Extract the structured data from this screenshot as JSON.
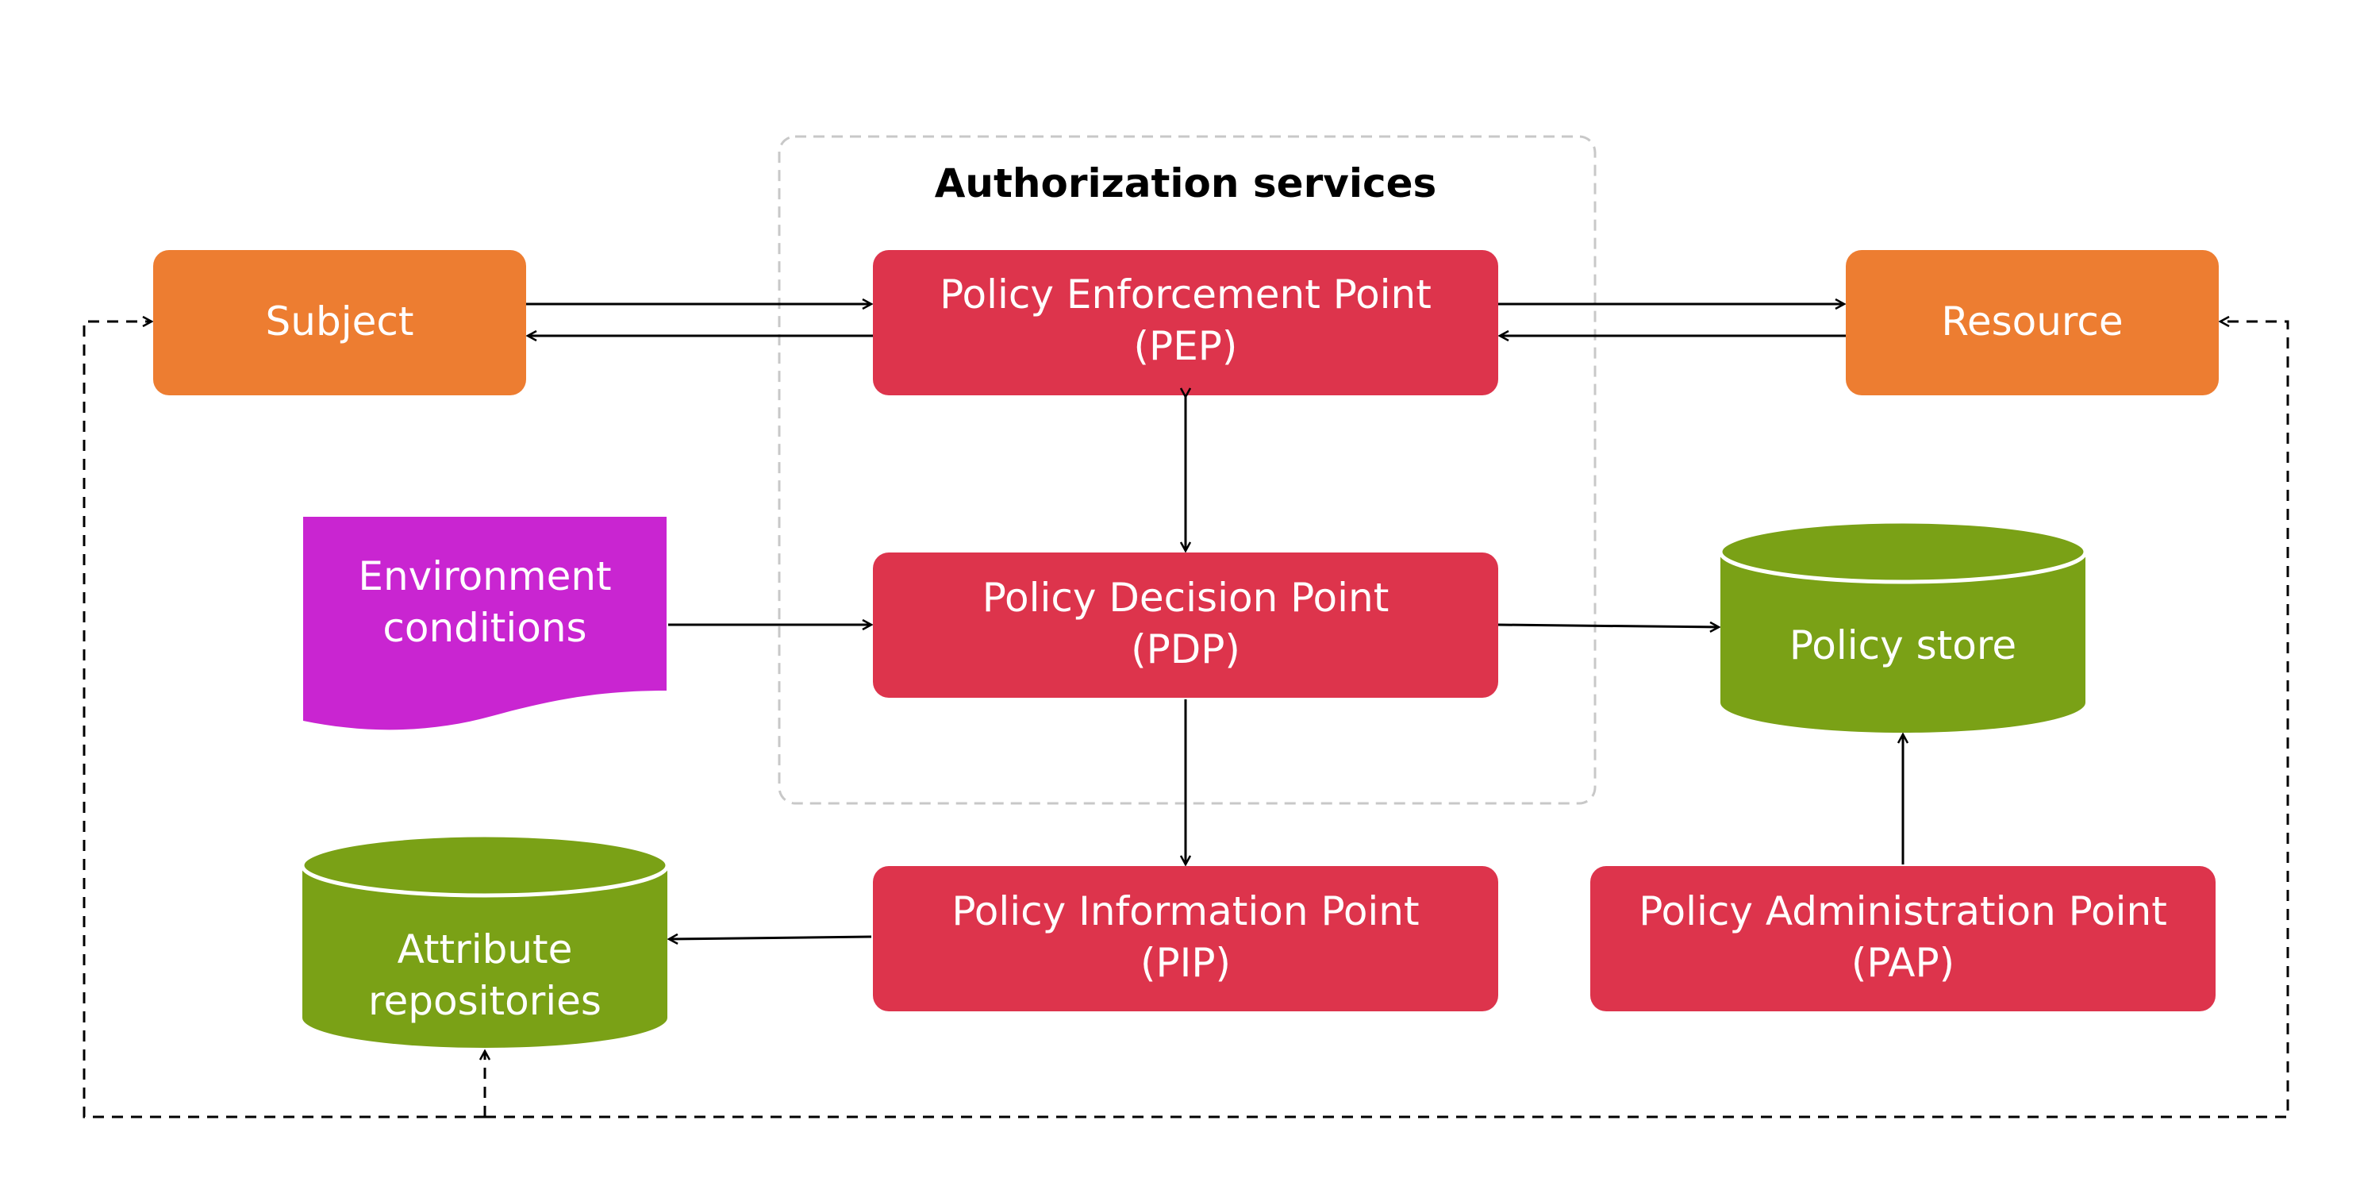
{
  "group": {
    "title": "Authorization services"
  },
  "nodes": {
    "subject": {
      "label": "Subject"
    },
    "resource": {
      "label": "Resource"
    },
    "pep": {
      "line1": "Policy Enforcement Point",
      "line2": "(PEP)"
    },
    "pdp": {
      "line1": "Policy Decision Point",
      "line2": "(PDP)"
    },
    "pip": {
      "line1": "Policy Information Point",
      "line2": "(PIP)"
    },
    "pap": {
      "line1": "Policy Administration Point",
      "line2": "(PAP)"
    },
    "environment": {
      "line1": "Environment",
      "line2": "conditions"
    },
    "policy_store": {
      "label": "Policy store"
    },
    "attribute_repos": {
      "line1": "Attribute",
      "line2": "repositories"
    }
  },
  "colors": {
    "orange": "#ED7D31",
    "red": "#DD344C",
    "green": "#7AA116",
    "magenta": "#C925D1",
    "group_border": "#C8C8C8"
  }
}
